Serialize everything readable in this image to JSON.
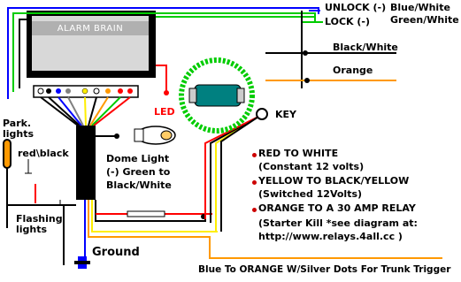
{
  "module": {
    "title": "ALARM BRAIN"
  },
  "labels": {
    "unlock": "UNLOCK (-)",
    "lock": "LOCK (-)",
    "blue_white": "Blue/White",
    "green_white": "Green/White",
    "black_white": "Black/White",
    "orange": "Orange",
    "led": "LED",
    "key": "KEY",
    "park_lights": "Park.\nlights",
    "red_black": "red\\black",
    "flashing_lights": "Flashing\nlights",
    "dome_light": "Dome Light\n(-) Green to\nBlack/White",
    "ground": "Ground",
    "trunk": "Blue To ORANGE W/Silver Dots For Trunk Trigger"
  },
  "key_notes": [
    {
      "title": "RED TO WHITE",
      "detail": "(Constant 12 volts)"
    },
    {
      "title": "YELLOW TO BLACK/YELLOW",
      "detail": "(Switched 12Volts)"
    },
    {
      "title": "ORANGE TO A 30 AMP RELAY",
      "detail": "(Starter Kill *see diagram at:\nhttp://www.relays.4all.cc )"
    }
  ],
  "colors": {
    "black": "#000000",
    "blue": "#0000ff",
    "green": "#00cc00",
    "yellow": "#ffee00",
    "orange": "#ff9900",
    "red": "#ff0000",
    "pink": "#ff66cc",
    "white": "#ffffff",
    "teal": "#008080",
    "brain_screen": "#c0c0c0"
  },
  "connector_pins": [
    "white",
    "black",
    "blue",
    "gray",
    "yellow",
    "white",
    "orange",
    "red"
  ]
}
